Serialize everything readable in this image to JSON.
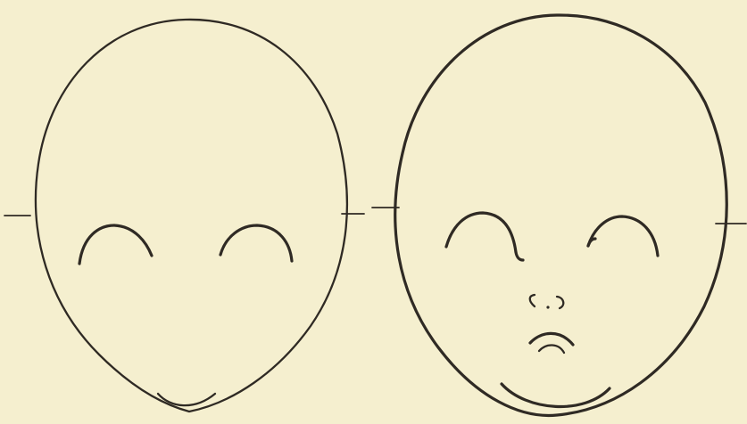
{
  "figure": {
    "background_color": "#f5efcf",
    "ink_color": "#2f2a24",
    "panels": [
      {
        "name": "left-face",
        "features": [
          "face-outline",
          "left-eyebrow",
          "right-eyebrow",
          "mouth"
        ],
        "has_nose": false
      },
      {
        "name": "right-face",
        "features": [
          "face-outline",
          "left-eyebrow",
          "right-eyebrow",
          "nose",
          "mouth"
        ],
        "has_nose": true
      }
    ]
  }
}
